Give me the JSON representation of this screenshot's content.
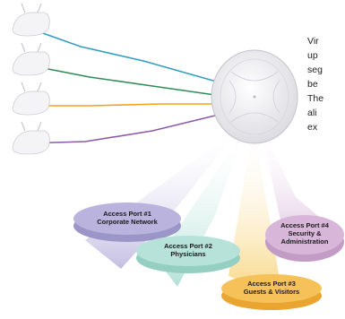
{
  "paragraph_lines": [
    "Vir",
    "up",
    "seg",
    "be",
    "The",
    "ali",
    "ex"
  ],
  "ports": [
    {
      "line1": "Access Port #1",
      "line2": "Corporate Network",
      "color": "#b9b3dd"
    },
    {
      "line1": "Access Port #2",
      "line2": "Physicians",
      "color": "#b6e2d9"
    },
    {
      "line1": "Access Port #3",
      "line2": "Guests & Visitors",
      "color": "#f7c15a"
    },
    {
      "line1": "Access Port #4",
      "line2": "Security &",
      "line3": "Administration",
      "color": "#d8b6d9"
    }
  ],
  "colors": {
    "link1": "#2f9fbf",
    "link2": "#2e8c57",
    "link3": "#f2a31a",
    "link4": "#8a5aa8",
    "device": "#f1f1f3"
  },
  "icons": [
    "access-point-icon",
    "ceiling-access-point-icon"
  ]
}
